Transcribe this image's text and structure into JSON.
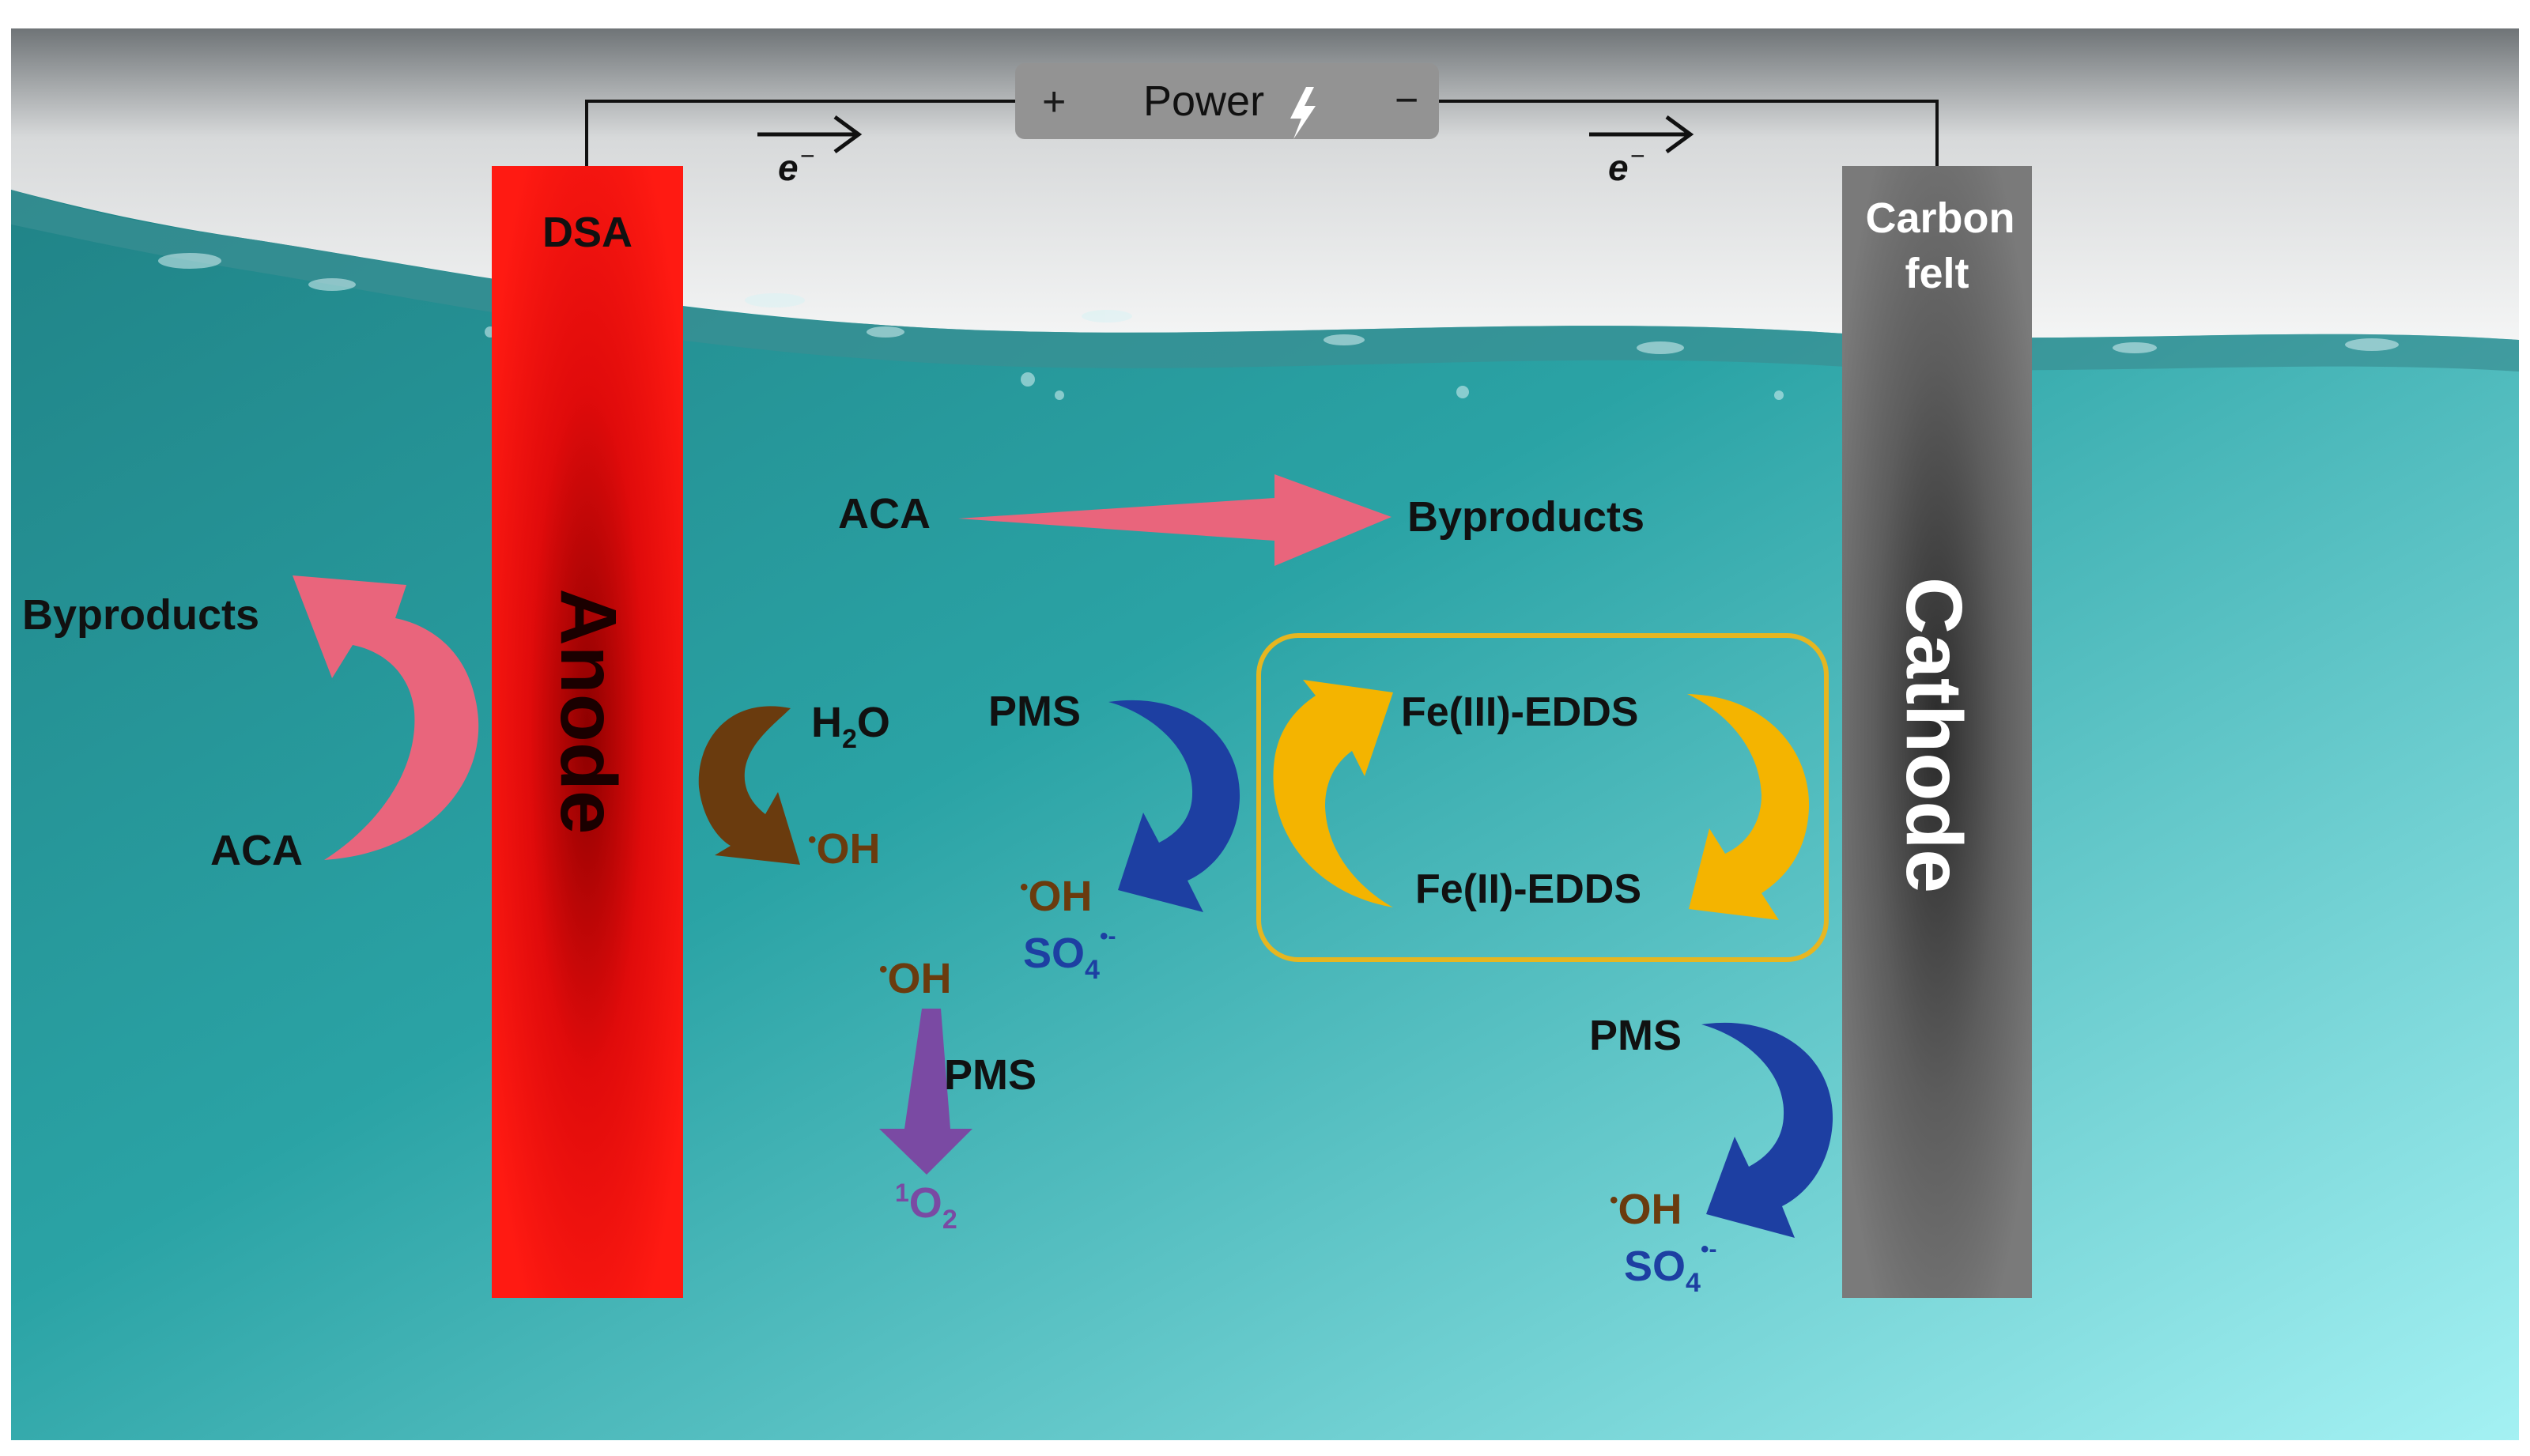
{
  "power": {
    "plus": "+",
    "label": "Power",
    "minus": "−"
  },
  "electron": {
    "symbol": "e",
    "charge": "−"
  },
  "anode": {
    "top_label": "DSA",
    "label": "Anode"
  },
  "cathode": {
    "top_label_line1": "Carbon",
    "top_label_line2": "felt",
    "label": "Cathode"
  },
  "species": {
    "aca": "ACA",
    "byproducts": "Byproducts",
    "h2o_h": "H",
    "h2o_sub": "2",
    "h2o_o": "O",
    "oh_dot": "•",
    "oh": "OH",
    "pms": "PMS",
    "so4": "SO",
    "so4_sub": "4",
    "so4_sup": "•-",
    "o2_sup": "1",
    "o2": "O",
    "o2_sub": "2",
    "fe3": "Fe(III)-EDDS",
    "fe2": "Fe(II)-EDDS"
  },
  "colors": {
    "anode": "#e8090c",
    "cathode": "#5c5c5c",
    "pink_arrow": "#e9657c",
    "brown": "#6a3b0e",
    "blue": "#1d3fa2",
    "purple": "#7a4aa3",
    "gold": "#f4b400",
    "water": "#33b0b0"
  }
}
